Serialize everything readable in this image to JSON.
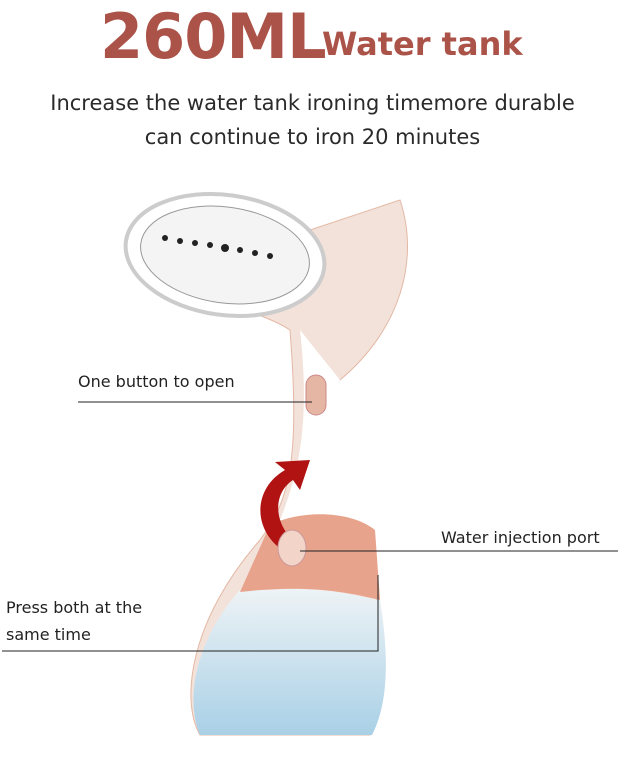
{
  "headline": {
    "capacity": "260ML",
    "label": "Water tank"
  },
  "description": [
    "Increase the water tank ironing timemore durable",
    "can continue to iron 20 minutes"
  ],
  "callouts": {
    "button": "One button to open",
    "port": "Water injection port",
    "press": [
      "Press both at the",
      "same time"
    ]
  },
  "colors": {
    "accent": "#ab5348",
    "body": "#e8b9a6",
    "water": "#b9d8e8"
  }
}
